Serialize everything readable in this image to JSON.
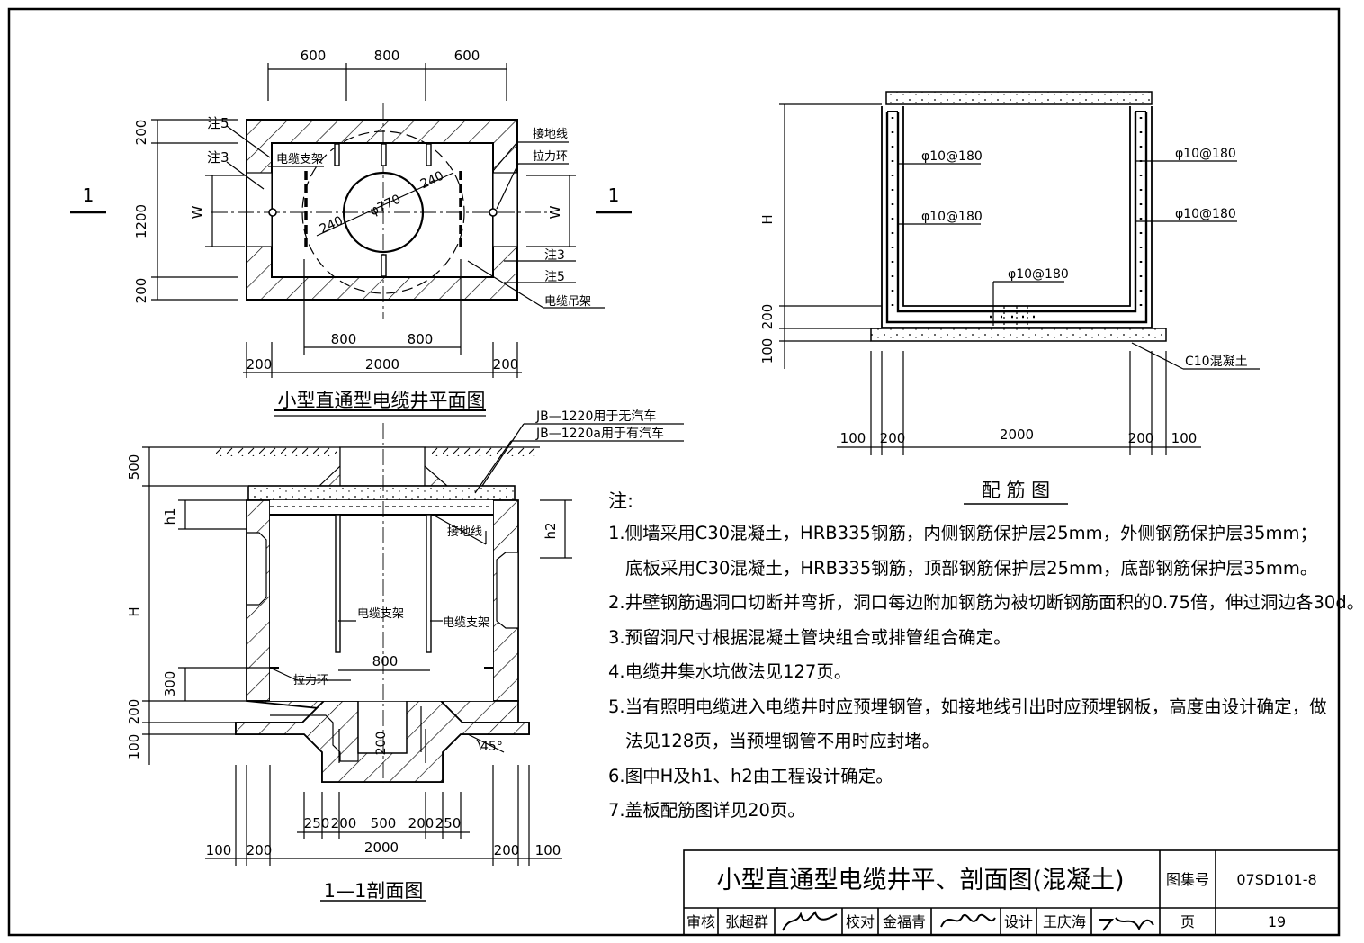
{
  "plan_view": {
    "title": "小型直通型电缆井平面图",
    "section_mark": "1",
    "dims_top": [
      "600",
      "800",
      "600"
    ],
    "dims_left": [
      "200",
      "1200",
      "200"
    ],
    "dim_w": "W",
    "dims_inner_bottom": [
      "800",
      "800"
    ],
    "dims_bottom": [
      "200",
      "2000",
      "200"
    ],
    "labels": {
      "note5": "注5",
      "note3": "注3",
      "cable_support": "电缆支架",
      "grounding": "接地线",
      "pull_ring": "拉力环",
      "cable_hanger": "电缆吊架",
      "diameter": "φ770",
      "r240": "240"
    }
  },
  "rebar_view": {
    "title": "配 筋 图",
    "rebar_label": "φ10@180",
    "dim_h": "H",
    "dims_left": [
      "200",
      "100"
    ],
    "dims_bottom": [
      "100",
      "200",
      "2000",
      "200",
      "100"
    ],
    "concrete_label": "C10混凝土"
  },
  "section_view": {
    "title": "1—1剖面图",
    "cover_note_1": "JB—1220用于无汽车",
    "cover_note_2": "JB—1220a用于有汽车",
    "dims_left": [
      "500",
      "h1",
      "H",
      "300",
      "200",
      "100"
    ],
    "dim_h2": "h2",
    "dim_800": "800",
    "dim_200": "200",
    "angle": "45°",
    "dims_pit": [
      "250",
      "200",
      "500",
      "200",
      "250"
    ],
    "dims_bottom": [
      "100",
      "200",
      "2000",
      "200",
      "100"
    ],
    "labels": {
      "grounding": "接地线",
      "cable_support_left": "电缆支架",
      "cable_support_right": "电缆支架",
      "pull_ring": "拉力环"
    }
  },
  "notes": {
    "heading": "注:",
    "items": [
      "1.侧墙采用C30混凝土，HRB335钢筋，内侧钢筋保护层25mm，外侧钢筋保护层35mm；",
      "底板采用C30混凝土，HRB335钢筋，顶部钢筋保护层25mm，底部钢筋保护层35mm。",
      "2.井壁钢筋遇洞口切断并弯折，洞口每边附加钢筋为被切断钢筋面积的0.75倍，伸过洞边各30d。",
      "3.预留洞尺寸根据混凝土管块组合或排管组合确定。",
      "4.电缆井集水坑做法见127页。",
      "5.当有照明电缆进入电缆井时应预埋钢管，如接地线引出时应预埋钢板，高度由设计确定，做",
      "法见128页，当预埋钢管不用时应封堵。",
      "6.图中H及h1、h2由工程设计确定。",
      "7.盖板配筋图详见20页。"
    ]
  },
  "title_block": {
    "drawing_title": "小型直通型电缆井平、剖面图(混凝土)",
    "atlas_label": "图集号",
    "atlas_no": "07SD101-8",
    "review_label": "审核",
    "reviewer": "张超群",
    "check_label": "校对",
    "checker": "金福青",
    "design_label": "设计",
    "designer": "王庆海",
    "page_label": "页",
    "page_no": "19"
  }
}
